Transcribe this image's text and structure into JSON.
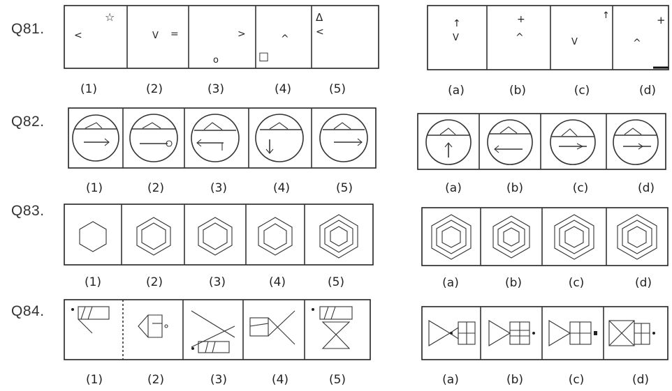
{
  "questions": [
    {
      "id": "Q81.",
      "problem_captions": [
        "(1)",
        "(2)",
        "(3)",
        "(4)",
        "(5)"
      ],
      "answer_captions": [
        "(a)",
        "(b)",
        "(c)",
        "(d)"
      ],
      "problem_glyphs": [
        [
          "<",
          "☆"
        ],
        [
          "V",
          "="
        ],
        [
          ">",
          "o"
        ],
        [
          "^",
          "□"
        ],
        [
          "Δ",
          "<"
        ]
      ],
      "answer_glyphs": [
        [
          "↑",
          "V"
        ],
        [
          "+",
          "^"
        ],
        [
          "↑",
          "V"
        ],
        [
          "+",
          "^"
        ]
      ]
    },
    {
      "id": "Q82.",
      "problem_captions": [
        "(1)",
        "(2)",
        "(3)",
        "(4)",
        "(5)"
      ],
      "answer_captions": [
        "(a)",
        "(b)",
        "(c)",
        "(d)"
      ]
    },
    {
      "id": "Q83.",
      "problem_captions": [
        "(1)",
        "(2)",
        "(3)",
        "(4)",
        "(5)"
      ],
      "answer_captions": [
        "(a)",
        "(b)",
        "(c)",
        "(d)"
      ]
    },
    {
      "id": "Q84.",
      "problem_captions": [
        "(1)",
        "(2)",
        "(3)",
        "(4)",
        "(5)"
      ],
      "answer_captions": [
        "(a)",
        "(b)",
        "(c)",
        "(d)"
      ]
    }
  ]
}
